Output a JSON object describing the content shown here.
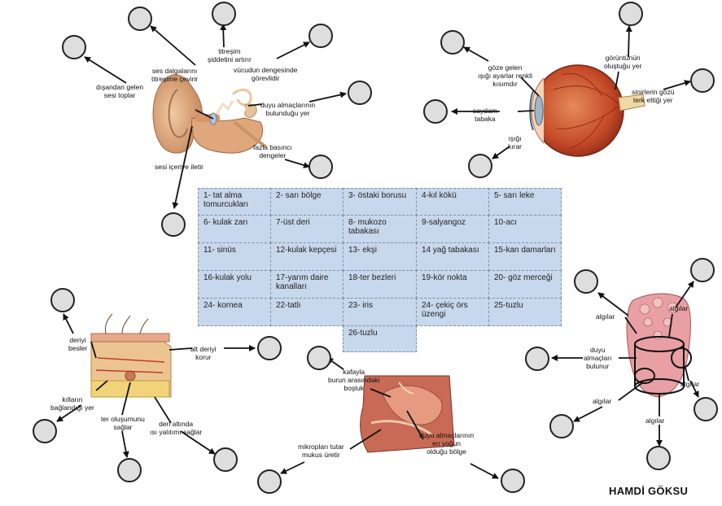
{
  "ear": {
    "labels": [
      "dışandan gelen\nsesi toplar",
      "ses dalgalarını\ntitreşime çevirir",
      "titreşim\nşiddetini artırır",
      "vücudun dengesinde\ngörevlidir",
      "duyu almaçlarının\nbulunduğu yer",
      "fazla basıncı\ndengeler",
      "sesi içeriye iletir"
    ]
  },
  "eye": {
    "labels": [
      "göze gelen\nışığı ayarlar renkli\nkısımdır",
      "görüntünün\noluştuğu yer",
      "sinirlerin gözü\nterk ettiği yer",
      "saydam\ntabaka",
      "ışığı\nkırar"
    ]
  },
  "skin": {
    "labels": [
      "deriyi\nbesler",
      "alt deriyi\nkorur",
      "kılların\nbağlandığı yer",
      "ter oluşumunu\nsağlar",
      "deri altında\nısı yalıtımı sağlar"
    ]
  },
  "nose": {
    "labels": [
      "kafayla\nburun arasındaki\nboşluk",
      "mikropları tutar\nmukus üretir",
      "duyu almaçlarının\nen yoğun\nolduğu bölge"
    ]
  },
  "tongue": {
    "labels": [
      "algılar",
      "algılar",
      "duyu\nalmaçları\nbulunur",
      "algılar",
      "algılar",
      "algılar"
    ]
  },
  "table": {
    "cells": [
      "1- tat alma tomurcukları",
      "2- sarı bölge",
      "3- östaki borusu",
      "4-kıl kökü",
      "5- sarı leke",
      "6- kulak zarı",
      "7-üst deri",
      "8- mukozo tabakası",
      "9-salyangoz",
      "10-acı",
      "11- sinüs",
      "12-kulak kepçesi",
      "13- ekşi",
      "14 yağ tabakası",
      "15-kan damarları",
      "16-kulak yolu",
      "17-yarım daire kanalları",
      "18-ter bezleri",
      "19-kör nokta",
      "20- göz merceği",
      "24- kornea",
      "22-tatlı",
      "23- iris",
      "24- çekiç örs üzengi",
      "25-tuzlu",
      "26-tuzlu"
    ]
  },
  "author": "HAMDİ GÖKSU",
  "colors": {
    "cell_bg": "#c7d7ec",
    "circle_fill": "#dedede",
    "skin_tone": "#e3b48c",
    "eye_iris": "#c9482a",
    "tongue_pink": "#e38f95"
  }
}
